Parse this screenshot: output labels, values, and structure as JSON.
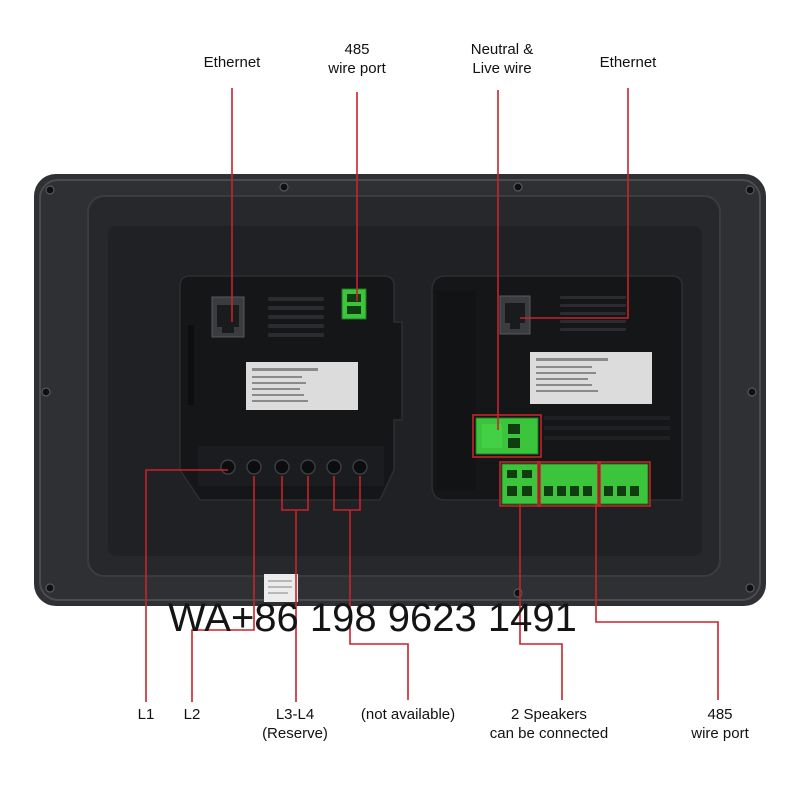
{
  "colors": {
    "callout": "#c8232b",
    "panel_frame": "#2e3033",
    "panel_body": "#232528",
    "terminal_green": "#3cc53c"
  },
  "labels": {
    "top_ethernet_left": "Ethernet",
    "top_485_port": "485\nwire port",
    "top_neutral_live": "Neutral &\nLive wire",
    "top_ethernet_right": "Ethernet",
    "bottom_l1": "L1",
    "bottom_l2": "L2",
    "bottom_l3_l4": "L3-L4\n(Reserve)",
    "bottom_not_available": "(not available)",
    "bottom_speakers": "2 Speakers\ncan be connected",
    "bottom_485_port": "485\nwire port"
  },
  "watermark": "WA+86 198 9623 1491"
}
